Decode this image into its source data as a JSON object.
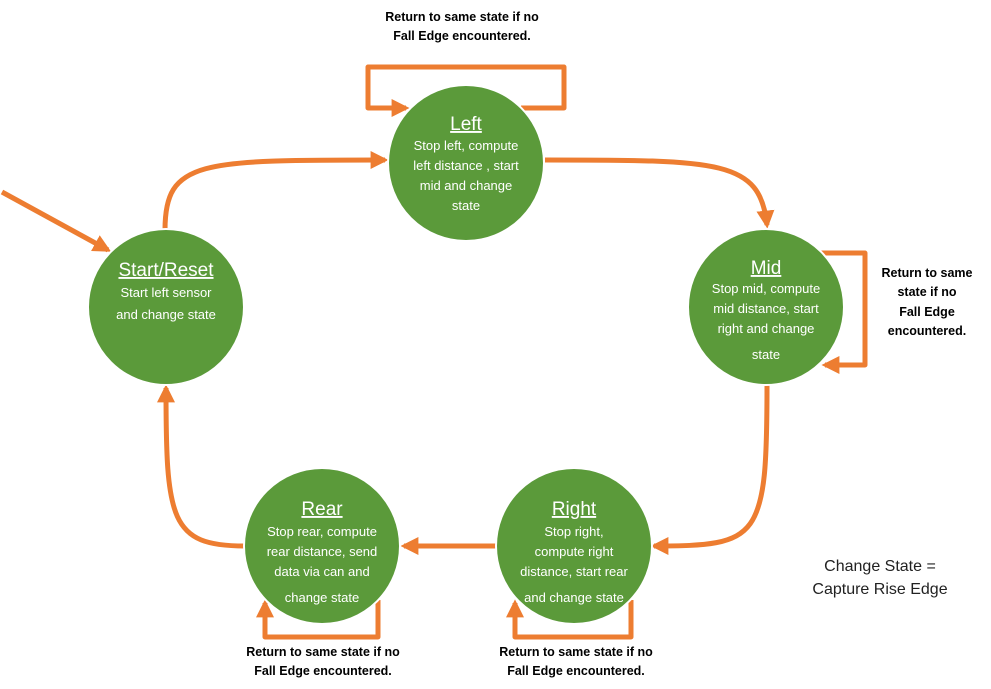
{
  "colors": {
    "state_fill": "#5b9a3a",
    "state_stroke": "#ffffff",
    "arrow": "#ed7d31",
    "text_on_state": "#ffffff",
    "note_text": "#000000"
  },
  "states": {
    "start": {
      "title": "Start/Reset",
      "lines": [
        "Start left sensor",
        "and change state"
      ]
    },
    "left": {
      "title": "Left",
      "lines": [
        "Stop left, compute",
        "left distance , start",
        "mid and change",
        "state"
      ]
    },
    "mid": {
      "title": "Mid",
      "lines": [
        "Stop mid, compute",
        "mid distance, start",
        "right and change",
        "state"
      ]
    },
    "right": {
      "title": "Right",
      "lines": [
        "Stop right,",
        "compute right",
        "distance, start rear",
        "and change state"
      ]
    },
    "rear": {
      "title": "Rear",
      "lines": [
        "Stop rear, compute",
        "rear distance, send",
        "data via can and",
        "change state"
      ]
    }
  },
  "loop_notes": {
    "left": [
      "Return to same state if no",
      "Fall Edge encountered."
    ],
    "mid": [
      "Return to same",
      "state if no",
      "Fall Edge",
      "encountered."
    ],
    "right": [
      "Return to same state if no",
      "Fall Edge encountered."
    ],
    "rear": [
      "Return to same state if no",
      "Fall Edge encountered."
    ]
  },
  "legend": [
    "Change State =",
    "Capture Rise Edge"
  ]
}
